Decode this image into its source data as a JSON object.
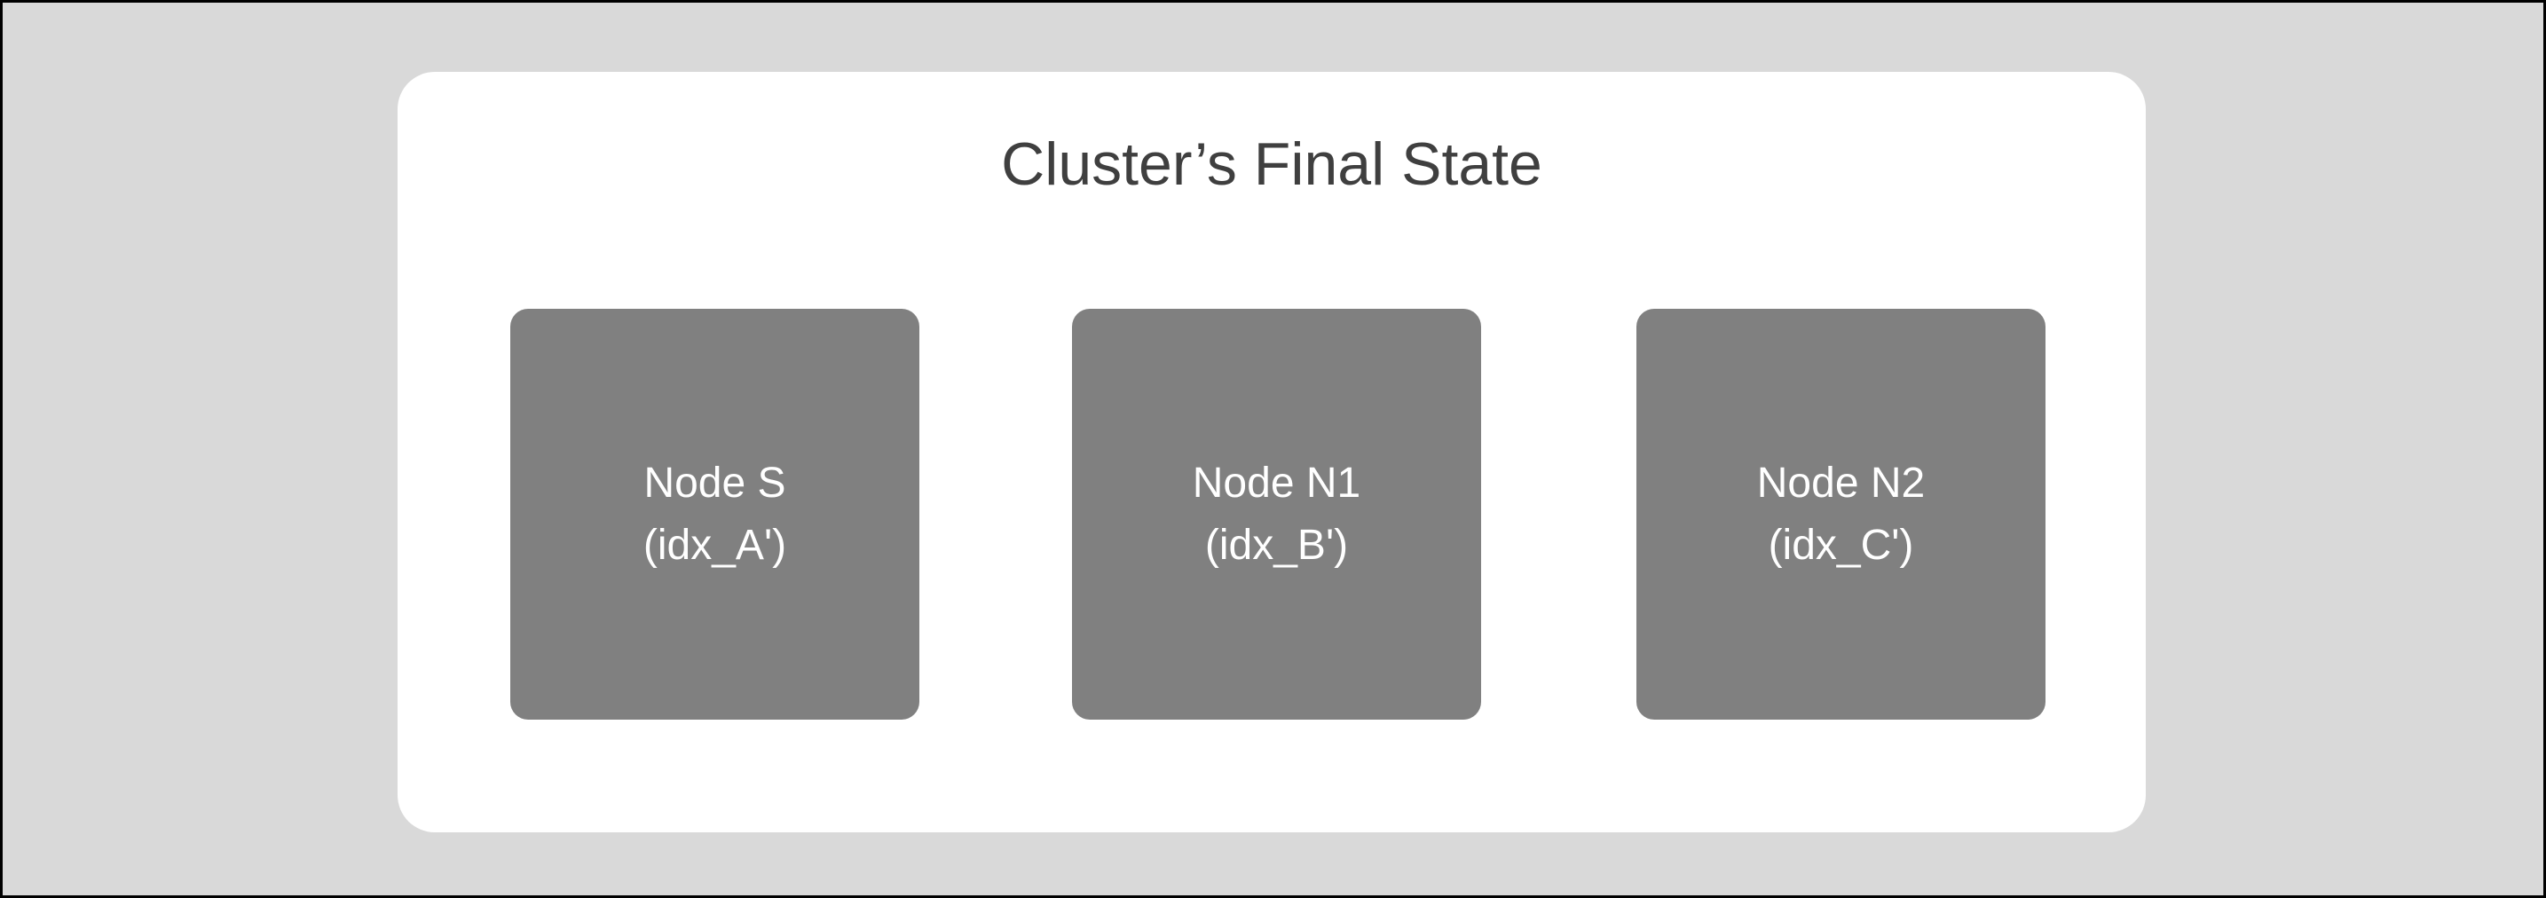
{
  "diagram": {
    "title": "Cluster’s Final State",
    "nodes": [
      {
        "name": "Node S",
        "index": "(idx_A')"
      },
      {
        "name": "Node N1",
        "index": "(idx_B')"
      },
      {
        "name": "Node N2",
        "index": "(idx_C')"
      }
    ],
    "colors": {
      "background": "#d9d9d9",
      "frame_border": "#000000",
      "card": "#ffffff",
      "node_fill": "#808080",
      "node_text": "#ffffff",
      "title_text": "#3f3f3f"
    }
  }
}
